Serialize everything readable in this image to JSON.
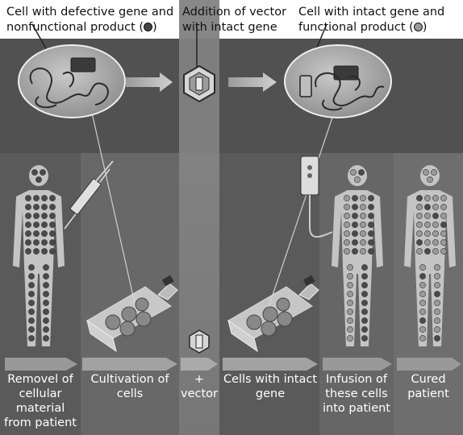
{
  "top_labels": {
    "defective": {
      "line1": "Cell with defective gene and",
      "line2": "nonfunctional product ("
    },
    "vector": {
      "line1": "Addition of vector",
      "line2": "with intact gene"
    },
    "intact": {
      "line1": "Cell with intact gene and",
      "line2": "functional product ("
    }
  },
  "steps": [
    {
      "label": "Removel of cellular material from patient"
    },
    {
      "label": "Cultivation of cells"
    },
    {
      "label": "+ vector"
    },
    {
      "label": "Cells with intact gene"
    },
    {
      "label": "Infusion of these cells into patient"
    },
    {
      "label": "Cured patient"
    }
  ],
  "colors": {
    "background": "#5c5c5c",
    "band": "#7b7b7b",
    "body": "#c4c4c4",
    "defective_dot": "#4a4a4a",
    "functional_dot": "#9a9a9a"
  }
}
